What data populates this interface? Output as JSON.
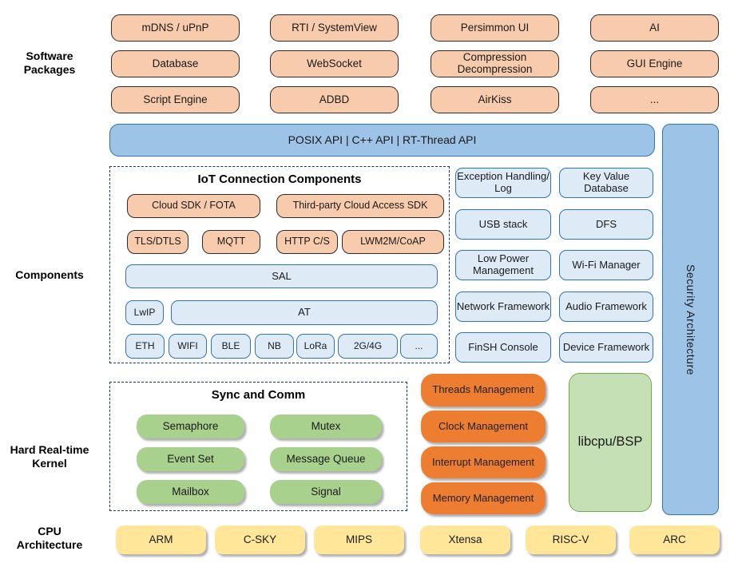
{
  "sections": {
    "software_packages": "Software Packages",
    "components": "Components",
    "kernel": "Hard Real-time Kernel",
    "cpu": "CPU Architecture"
  },
  "software": {
    "rows": [
      [
        "mDNS / uPnP",
        "RTI / SystemView",
        "Persimmon UI",
        "AI"
      ],
      [
        "Database",
        "WebSocket",
        "Compression Decompression",
        "GUI Engine"
      ],
      [
        "Script Engine",
        "ADBD",
        "AirKiss",
        "..."
      ]
    ]
  },
  "api_bar": {
    "label": "POSIX API | C++ API | RT-Thread API"
  },
  "security_bar": {
    "label": "Security Architecture"
  },
  "iot": {
    "title": "IoT Connection Components",
    "cloud_sdk": "Cloud SDK / FOTA",
    "third_party": "Third-party Cloud Access SDK",
    "protocols": [
      "TLS/DTLS",
      "MQTT",
      "HTTP C/S",
      "LWM2M/CoAP"
    ],
    "sal": "SAL",
    "lwip": "LwIP",
    "at": "AT",
    "links": [
      "ETH",
      "WIFI",
      "BLE",
      "NB",
      "LoRa",
      "2G/4G",
      "..."
    ]
  },
  "services": {
    "rows": [
      [
        "Exception Handling/ Log",
        "Key Value Database"
      ],
      [
        "USB stack",
        "DFS"
      ],
      [
        "Low Power Management",
        "Wi-Fi Manager"
      ],
      [
        "Network Framework",
        "Audio Framework"
      ],
      [
        "FinSH Console",
        "Device Framework"
      ]
    ]
  },
  "kernel": {
    "sync_title": "Sync and Comm",
    "sync_items": [
      "Semaphore",
      "Mutex",
      "Event Set",
      "Message Queue",
      "Mailbox",
      "Signal"
    ],
    "mgmt_items": [
      "Threads Management",
      "Clock Management",
      "Interrupt Management",
      "Memory Management"
    ],
    "libcpu": "libcpu/BSP"
  },
  "cpu": {
    "items": [
      "ARM",
      "C-SKY",
      "MIPS",
      "Xtensa",
      "RISC-V",
      "ARC"
    ]
  },
  "colors": {
    "package_fill": "#F8CBAD",
    "blue_fill": "#9DC3E6",
    "light_blue_fill": "#DEEBF7",
    "blue_border": "#2E75B6",
    "green_fill": "#A9D18E",
    "orange_fill": "#ED7D31",
    "libcpu_fill": "#C5E0B4",
    "libcpu_border": "#70AD47",
    "yellow_fill": "#FFE699",
    "dashed_border": "#17375E"
  }
}
